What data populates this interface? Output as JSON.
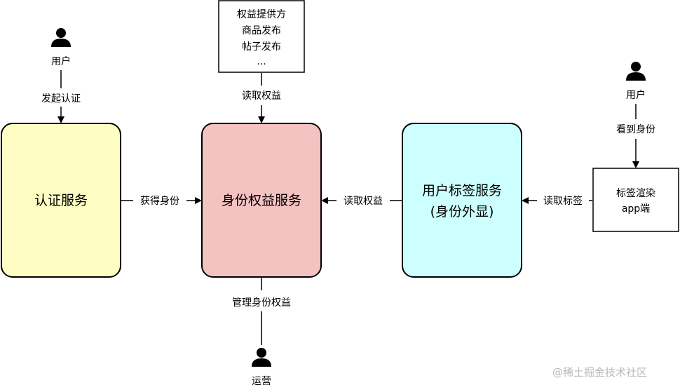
{
  "auth_service": {
    "label": "认证服务"
  },
  "identity_rights_service": {
    "label": "身份权益服务"
  },
  "user_tag_service": {
    "line1": "用户标签服务",
    "line2": "(身份外显)"
  },
  "rights_provider_box": {
    "lines": [
      "权益提供方",
      "商品发布",
      "帖子发布",
      "..."
    ]
  },
  "tag_render_app": {
    "line1": "标签渲染",
    "line2": "app端"
  },
  "actors": {
    "user_left": "用户",
    "user_right": "用户",
    "operator": "运营"
  },
  "edge_labels": {
    "initiate_auth": "发起认证",
    "obtain_identity": "获得身份",
    "read_rights_top": "读取权益",
    "read_rights_middle": "读取权益",
    "manage_identity_rights": "管理身份权益",
    "read_tags": "读取标签",
    "view_identity": "看到身份"
  },
  "colors": {
    "auth_fill": "#fdfdc4",
    "identity_fill": "#f5c2c2",
    "tag_fill": "#ccfffe",
    "stroke": "#000000"
  },
  "watermark": "@稀土掘金技术社区"
}
